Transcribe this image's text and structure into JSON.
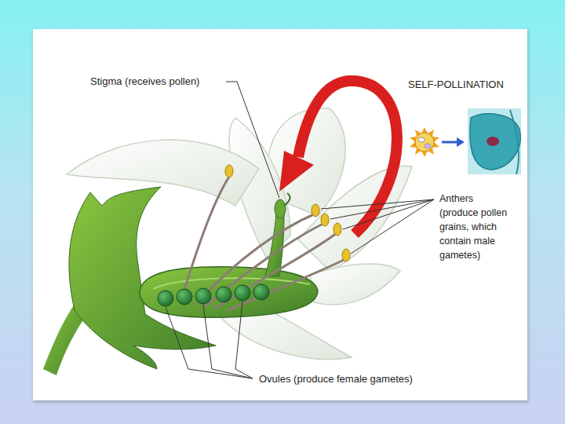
{
  "diagram": {
    "labels": [
      "Stigma (receives pollen)",
      "SELF-POLLINATION",
      "Anthers (produce pollen grains, which contain male gametes)",
      "Ovules (produce female gametes)"
    ]
  }
}
